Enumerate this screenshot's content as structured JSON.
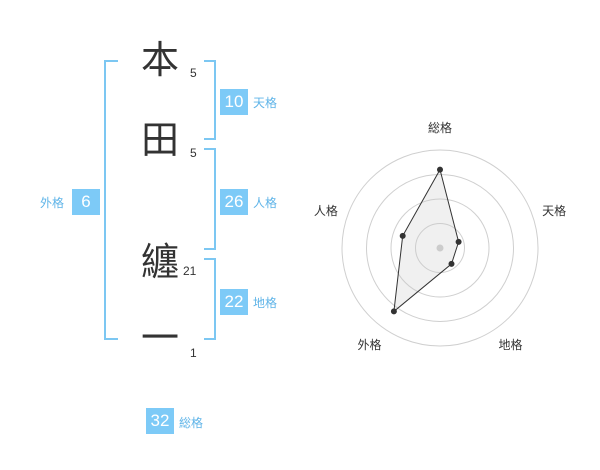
{
  "name_chars": [
    {
      "char": "本",
      "strokes": "5"
    },
    {
      "char": "田",
      "strokes": "5"
    },
    {
      "char": "纏",
      "strokes": "21"
    },
    {
      "char": "一",
      "strokes": "1"
    }
  ],
  "fortunes": {
    "ten": {
      "value": "10",
      "label": "天格"
    },
    "jin": {
      "value": "26",
      "label": "人格"
    },
    "chi": {
      "value": "22",
      "label": "地格"
    },
    "gai": {
      "value": "6",
      "label": "外格"
    },
    "total": {
      "value": "32",
      "label": "総格"
    }
  },
  "colors": {
    "accent": "#7dcaf7",
    "bracket": "#7cc7f2",
    "label": "#5fb4e8",
    "text": "#333333"
  },
  "chart_data": {
    "type": "radar",
    "axes": [
      "総格",
      "天格",
      "地格",
      "外格",
      "人格"
    ],
    "values": [
      4,
      1,
      1,
      4,
      2
    ],
    "max": 5,
    "rings": 4,
    "grid": true,
    "center_dot": true
  }
}
